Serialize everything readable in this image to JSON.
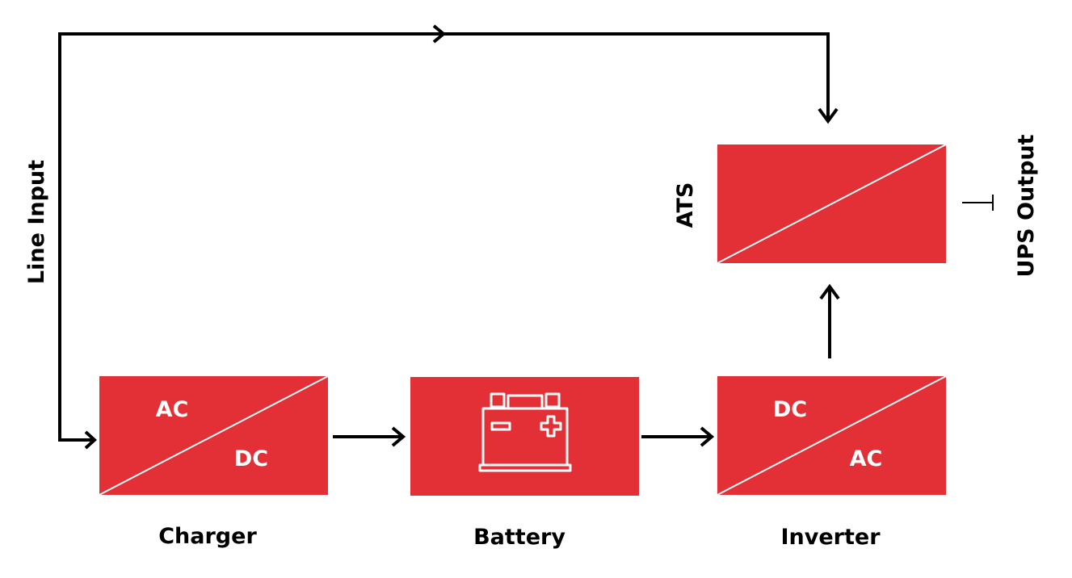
{
  "colors": {
    "block_fill": "#e32f36",
    "line": "#000000",
    "inner_text": "#ffffff"
  },
  "line_input": {
    "label": "Line Input"
  },
  "ups_output": {
    "label": "UPS Output"
  },
  "charger": {
    "label": "Charger",
    "top_text": "AC",
    "bottom_text": "DC"
  },
  "battery": {
    "label": "Battery",
    "icon": "battery-icon"
  },
  "inverter": {
    "label": "Inverter",
    "top_text": "DC",
    "bottom_text": "AC"
  },
  "ats": {
    "label": "ATS"
  }
}
